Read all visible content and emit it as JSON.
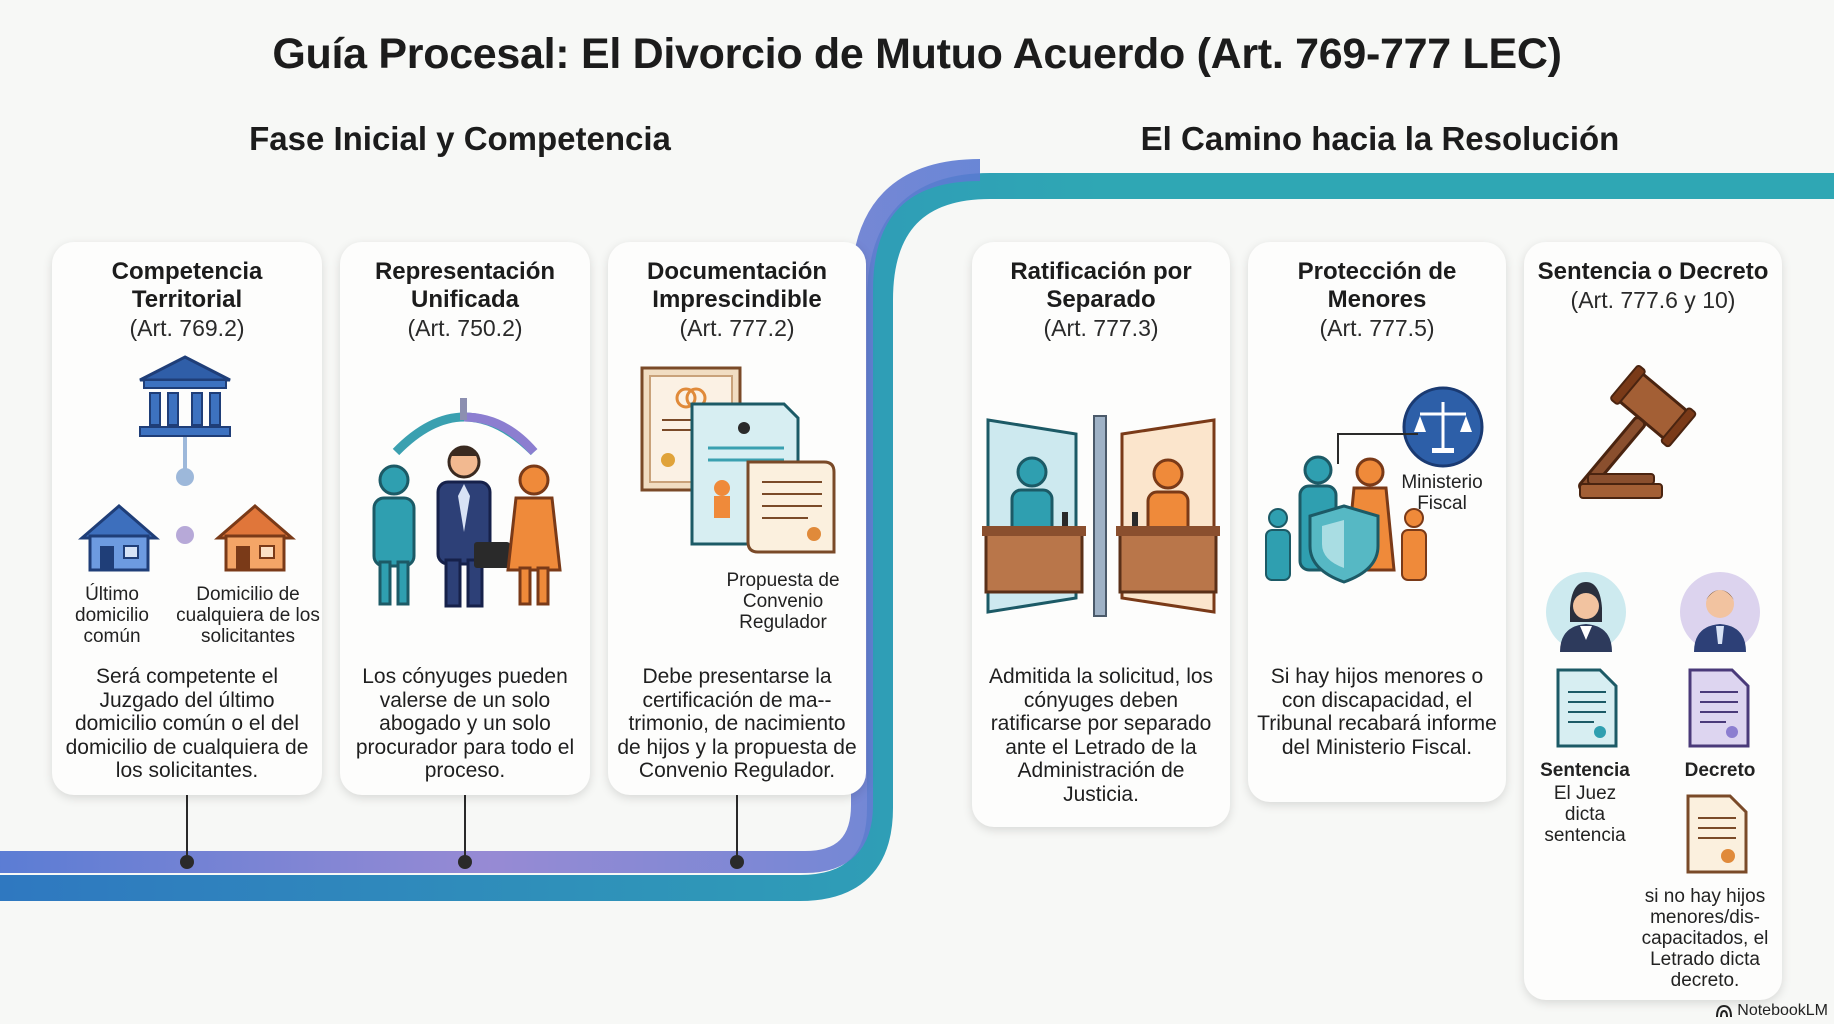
{
  "title": "Guía Procesal: El Divorcio de Mutuo Acuerdo (Art. 769-777 LEC)",
  "sections": {
    "left": "Fase Inicial y Competencia",
    "right": "El Camino hacia la Resolución"
  },
  "colors": {
    "teal": "#2fa7b4",
    "blue": "#4a6fd0",
    "purple": "#8c7ed0",
    "navy": "#2d4077",
    "orange": "#ef8a3a",
    "gavel": "#8a4f2e"
  },
  "cards": [
    {
      "title": "Competencia Territorial",
      "article": "(Art. 769.2)",
      "icon": "courthouse-icon",
      "labels": [
        "Último domicilio común",
        "Domicilio de cualquiera de los solicitantes"
      ],
      "text": "Será competente el Juzgado del último domicilio común o el del domicilio de cualquiera de los solicitantes."
    },
    {
      "title": "Representación Unificada",
      "article": "(Art. 750.2)",
      "icon": "lawyer-with-spouses-icon",
      "text": "Los cónyuges pueden valerse de un solo abogado y un solo procurador para todo el proceso."
    },
    {
      "title": "Documentación Imprescindible",
      "article": "(Art. 777.2)",
      "icon": "documents-icon",
      "labels": [
        "Propuesta de Convenio Regulador"
      ],
      "text": "Debe presentarse la certificación de ma-- trimonio, de nacimiento de hijos y la propuesta de Convenio Regulador."
    },
    {
      "title": "Ratificación por Separado",
      "article": "(Art. 777.3)",
      "icon": "separate-booths-icon",
      "text": "Admitida la solicitud, los cónyuges deben ratificarse por separado ante el Letrado de la Administración de Justicia."
    },
    {
      "title": "Protección de Menores",
      "article": "(Art. 777.5)",
      "icon": "family-shield-icon",
      "labels": [
        "Ministerio Fiscal"
      ],
      "text": "Si hay hijos menores o con discapacidad, el Tribunal recabará informe del Ministerio Fiscal."
    },
    {
      "title": "Sentencia o Decreto",
      "article": "(Art. 777.6 y 10)",
      "icon": "gavel-icon",
      "options": [
        {
          "name": "Sentencia",
          "desc": "El Juez dicta sentencia"
        },
        {
          "name": "Decreto",
          "desc": "si no hay hijos menores/dis- capacitados, el Letrado dicta decreto."
        }
      ]
    }
  ],
  "brand": "NotebookLM"
}
